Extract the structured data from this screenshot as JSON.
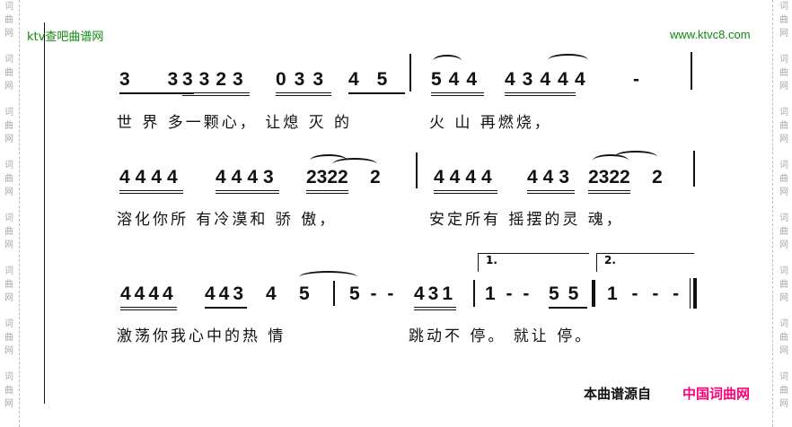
{
  "watermark_side": "词曲网",
  "header": {
    "left_site": "ktv查吧曲谱网",
    "right_site": "www.ktvc8.com"
  },
  "rows": [
    {
      "notes": [
        "3 3",
        "3323",
        "033",
        "45",
        "544",
        "4344",
        "4",
        "-"
      ],
      "lyrics": [
        "世 界 多一颗心， 让熄 灭 的",
        "火 山 再燃烧，"
      ]
    },
    {
      "notes": [
        "4444",
        "4443",
        "2322",
        "2",
        "4444",
        "443",
        "2322",
        "2"
      ],
      "lyrics": [
        "溶化你所 有冷漠和 骄 傲，",
        "安定所有 摇摆的灵 魂，"
      ]
    },
    {
      "notes": [
        "4444",
        "443",
        "4",
        "5",
        "5 - -",
        "431",
        "1 - -",
        "55",
        "1 - - -"
      ],
      "volta": [
        "1.",
        "2."
      ],
      "lyrics": [
        "激荡你我心中的热 情",
        "跳动不 停。 就让  停。"
      ]
    }
  ],
  "footer": {
    "source_label": "本曲谱源自",
    "source_site": "中国词曲网"
  },
  "colors": {
    "green": "#118811",
    "magenta": "#ff0077"
  }
}
